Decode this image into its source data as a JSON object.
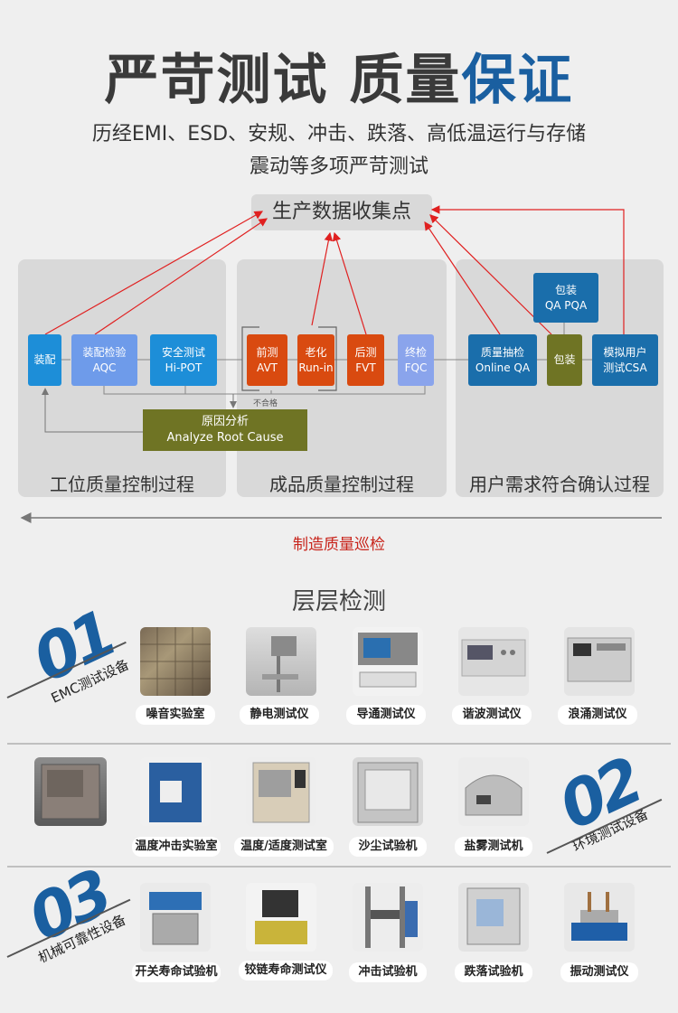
{
  "header": {
    "title_main": "严苛测试 质量",
    "title_highlight": "保证",
    "subtitle_line1": "历经EMI、ESD、安规、冲击、跌落、高低温运行与存储",
    "subtitle_line2": "震动等多项严苛测试"
  },
  "flow": {
    "collector": "生产数据收集点",
    "panels": [
      "工位质量控制过程",
      "成品质量控制过程",
      "用户需求符合确认过程"
    ],
    "nodes": {
      "assembly": "装配",
      "aqc_line1": "装配检验",
      "aqc_line2": "AQC",
      "hipot_line1": "安全测试",
      "hipot_line2": "Hi-POT",
      "avt_line1": "前测",
      "avt_line2": "AVT",
      "runin_line1": "老化",
      "runin_line2": "Run-in",
      "fvt_line1": "后测",
      "fvt_line2": "FVT",
      "fqc_line1": "终检",
      "fqc_line2": "FQC",
      "oqa_line1": "质量抽检",
      "oqa_line2": "Online QA",
      "pack": "包装",
      "pqa_line1": "包装",
      "pqa_line2": "QA PQA",
      "csa_line1": "模拟用户",
      "csa_line2": "测试CSA"
    },
    "unqualified": "不合格",
    "root_cause_line1": "原因分析",
    "root_cause_line2": "Analyze Root Cause",
    "patrol": "制造质量巡检"
  },
  "section_title": "层层检测",
  "groups": [
    {
      "number": "01",
      "label": "EMC测试设备",
      "items": [
        "噪音实验室",
        "静电测试仪",
        "导通测试仪",
        "谐波测试仪",
        "浪涌测试仪"
      ]
    },
    {
      "number": "02",
      "label": "环境测试设备",
      "items": [
        "温度冲击实验室",
        "温度/适度测试室",
        "沙尘试验机",
        "盐雾测试机"
      ]
    },
    {
      "number": "03",
      "label": "机械可靠性设备",
      "items": [
        "开关寿命试验机",
        "铰链寿命测试仪",
        "冲击试验机",
        "跌落试验机",
        "振动测试仪"
      ]
    }
  ],
  "colors": {
    "accent": "#1a5fa0",
    "arrow": "#e02020",
    "patrol": "#c8241b"
  }
}
